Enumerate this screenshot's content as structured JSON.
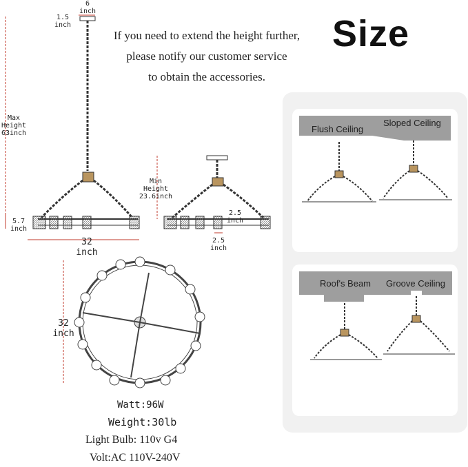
{
  "title": "Size",
  "note": {
    "line1": "If you need to extend the height further,",
    "line2": "please notify our customer service",
    "line3": "to obtain the accessories."
  },
  "dims": {
    "canopy_width": "6\ninch",
    "canopy_height": "1.5\ninch",
    "max_height": "Max\nHeight\n63inch",
    "min_height": "Min\nHeight\n23.6inch",
    "side_height": "5.7\ninch",
    "width": "32\ninch",
    "small_top": "2.5\ninch",
    "small_bottom": "2.5\ninch",
    "diameter": "32\ninch"
  },
  "specs": {
    "watt": "Watt:96W",
    "weight": "Weight:30lb",
    "bulb": "Light Bulb: 110v G4",
    "volt": "Volt:AC 110V-240V"
  },
  "ceilings": {
    "flush": "Flush Ceiling",
    "sloped": "Sloped Ceiling",
    "beam": "Roof's Beam",
    "groove": "Groove Ceiling"
  },
  "colors": {
    "dimension_red": "#c0392b",
    "panel_bg": "#f1f1f1",
    "ceiling_gray": "#9e9e9e"
  }
}
